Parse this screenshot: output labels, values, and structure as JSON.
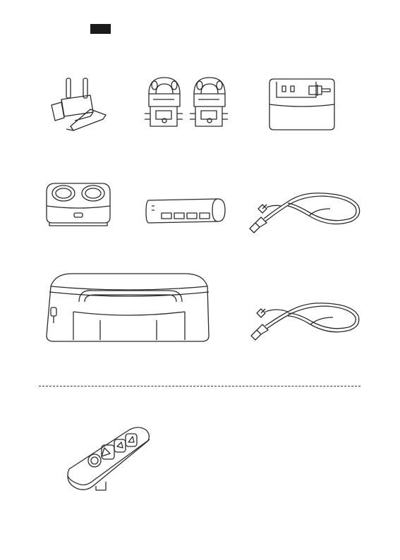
{
  "page": {
    "marker_color": "#1a1a1a",
    "line_color": "#2a2a2a"
  },
  "items": [
    {
      "id": "power-plug-adapter",
      "icon": "eu-plug-adapter-icon"
    },
    {
      "id": "scope-rings",
      "icon": "scope-mount-rings-icon"
    },
    {
      "id": "power-adapter",
      "icon": "power-adapter-icon"
    },
    {
      "id": "battery-charger",
      "icon": "dual-battery-charger-icon"
    },
    {
      "id": "battery-pack",
      "icon": "battery-pack-icon"
    },
    {
      "id": "usb-cable-1",
      "icon": "usb-cable-icon"
    },
    {
      "id": "carrying-case",
      "icon": "carrying-case-icon"
    },
    {
      "id": "usb-cable-2",
      "icon": "usb-cable-icon"
    },
    {
      "id": "remote-control",
      "icon": "remote-control-icon"
    }
  ]
}
